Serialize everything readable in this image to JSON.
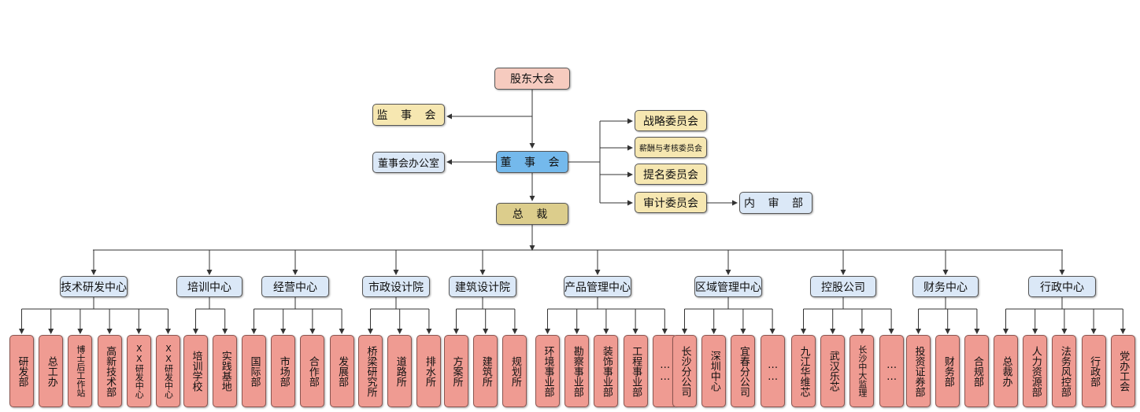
{
  "top": {
    "shareholders": "股东大会",
    "supervisors": "监 事 会",
    "board": "董 事 会",
    "board_office": "董事会办公室",
    "president": "总 裁",
    "internal_audit": "内 审 部"
  },
  "committees": [
    "战略委员会",
    "薪酬与考核委员会",
    "提名委员会",
    "审计委员会"
  ],
  "centers": [
    {
      "name": "技术研发中心",
      "units": [
        "研发部",
        "总工办",
        "博士后工作站",
        "高新技术部",
        "XX研发中心",
        "XX研发中心"
      ]
    },
    {
      "name": "培训中心",
      "units": [
        "培训学校",
        "实践基地"
      ]
    },
    {
      "name": "经营中心",
      "units": [
        "国际部",
        "市场部",
        "合作部",
        "发展部"
      ]
    },
    {
      "name": "市政设计院",
      "units": [
        "桥梁研究所",
        "道路所",
        "排水所"
      ]
    },
    {
      "name": "建筑设计院",
      "units": [
        "方案所",
        "建筑所",
        "规划所"
      ]
    },
    {
      "name": "产品管理中心",
      "units": [
        "环境事业部",
        "勘察事业部",
        "装饰事业部",
        "工程事业部",
        "……"
      ]
    },
    {
      "name": "区域管理中心",
      "units": [
        "长沙分公司",
        "深圳中心",
        "宜春分公司",
        "……"
      ]
    },
    {
      "name": "控股公司",
      "units": [
        "九江华维芯",
        "武汉乐芯",
        "长沙中大监理",
        "……"
      ]
    },
    {
      "name": "财务中心",
      "units": [
        "投资证券部",
        "财务部",
        "合规部"
      ]
    },
    {
      "name": "行政中心",
      "units": [
        "总裁办",
        "人力资源部",
        "法务风控部",
        "行政部",
        "党办工会"
      ]
    }
  ]
}
